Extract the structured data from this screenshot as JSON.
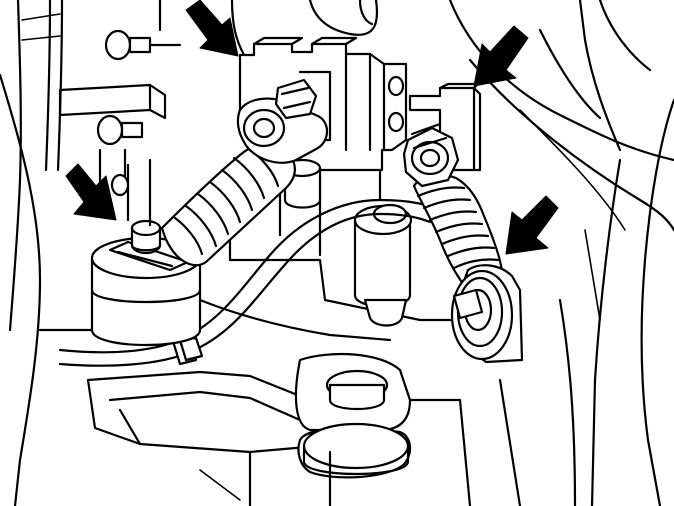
{
  "diagram": {
    "colors": {
      "line": "#000000",
      "background": "#ffffff"
    },
    "arrows": [
      {
        "name": "arrow-top-center"
      },
      {
        "name": "arrow-top-right"
      },
      {
        "name": "arrow-left"
      },
      {
        "name": "arrow-right-lower"
      }
    ]
  }
}
